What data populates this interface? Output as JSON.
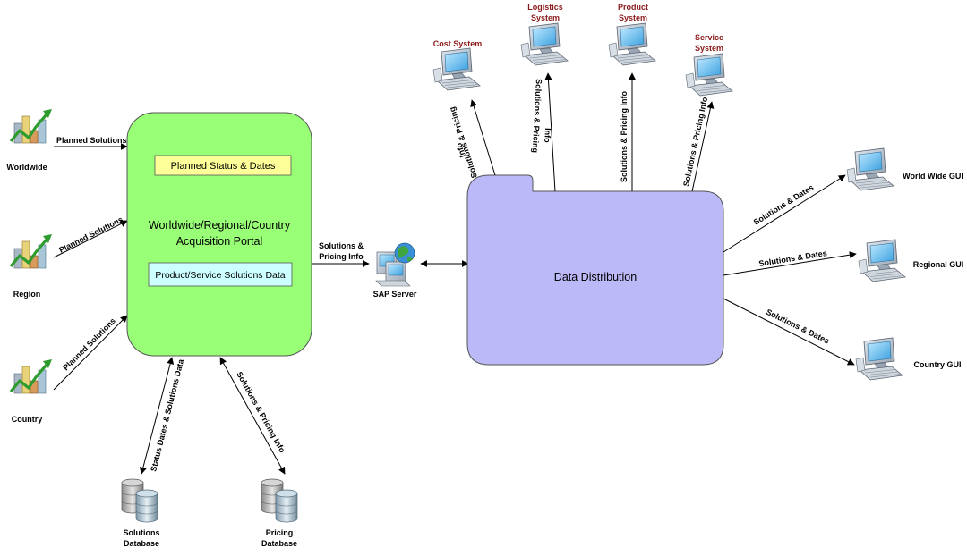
{
  "colors": {
    "portal_fill": "#99ff77",
    "distribution_fill": "#bbb9f7",
    "planned_box_fill": "#ffff99",
    "solutions_box_fill": "#ccffff",
    "system_label": "#8b1a1a",
    "worldwide_label": "#1a1a99",
    "region_label": "#660066",
    "country_label": "#1a6614"
  },
  "sources": {
    "worldwide": "Worldwide",
    "region": "Region",
    "country": "Country"
  },
  "portal": {
    "line1": "Worldwide/Regional/Country",
    "line2": "Acquisition Portal",
    "planned_box": "Planned Status & Dates",
    "solutions_box": "Product/Service Solutions Data"
  },
  "databases": {
    "solutions": {
      "line1": "Solutions",
      "line2": "Database"
    },
    "pricing": {
      "line1": "Pricing",
      "line2": "Database"
    }
  },
  "server": {
    "label": "SAP Server"
  },
  "distribution": {
    "label": "Data Distribution"
  },
  "systems": {
    "cost": {
      "line1": "Cost System"
    },
    "logistics": {
      "line1": "Logistics",
      "line2": "System"
    },
    "product": {
      "line1": "Product",
      "line2": "System"
    },
    "service": {
      "line1": "Service",
      "line2": "System"
    }
  },
  "guis": {
    "worldwide": "World Wide GUI",
    "regional": "Regional GUI",
    "country": "Country GUI"
  },
  "links": {
    "worldwide_to_portal": "Planned Solutions",
    "region_to_portal": "Planned Solutions",
    "country_to_portal": "Planned Solutions",
    "portal_to_server_line1": "Solutions &",
    "portal_to_server_line2": "Pricing Info",
    "status_db": "Status Dates & Solutions Data",
    "pricing_db": "Solutions & Pricing Info",
    "cost_line1": "Solutions & Pricing",
    "cost_line2": "Info",
    "logistics_line1": "Solutions & Pricing",
    "logistics_line2": "Info",
    "product_link": "Solutions & Pricing Info",
    "service_link": "Solutions & Pricing Info",
    "to_worldwide_gui": "Solutions & Dates",
    "to_regional_gui": "Solutions & Dates",
    "to_country_gui": "Solutions & Dates"
  }
}
